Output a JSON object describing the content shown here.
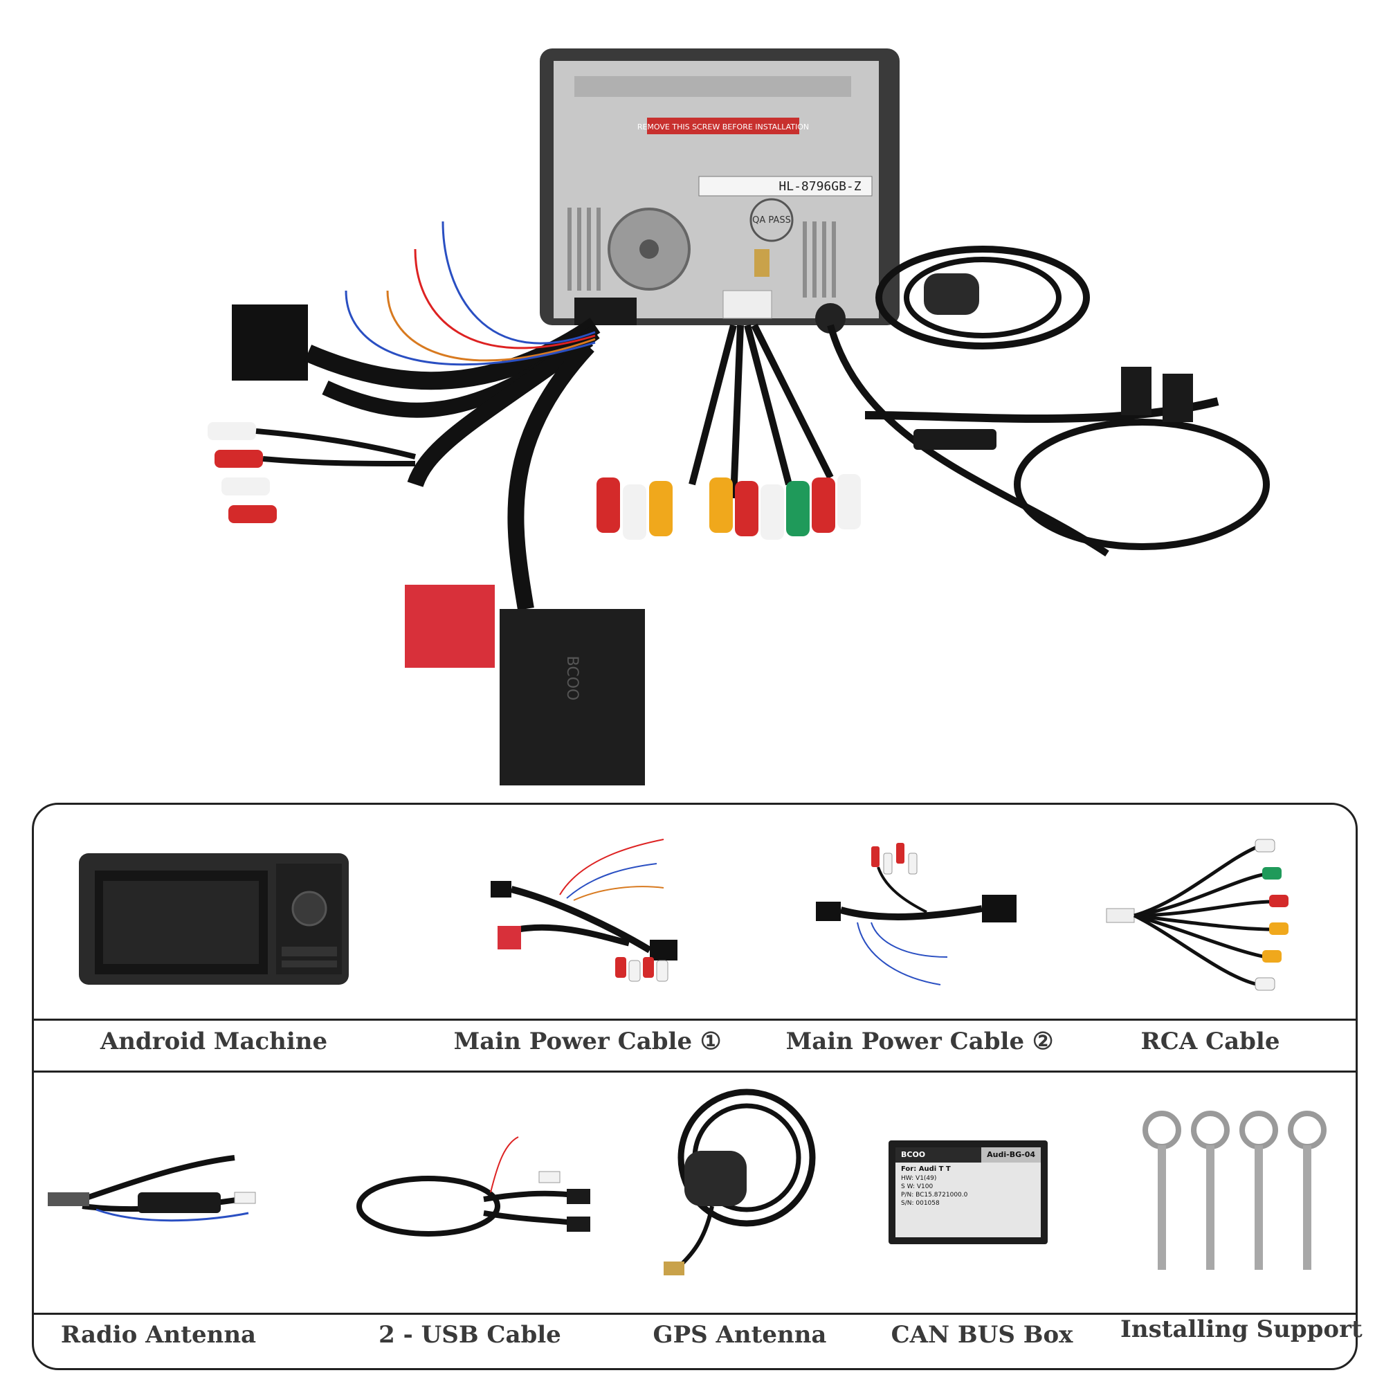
{
  "hero": {
    "unit_label_strip": "REMOVE THIS SCREW BEFORE INSTALLATION",
    "unit_model_sticker": "HL-8796GB-Z",
    "qa_stamp": "QA PASS",
    "canbus_brand": "BCOO"
  },
  "components": [
    {
      "label": "Android Machine",
      "icon": "android-head-unit"
    },
    {
      "label": "Main Power Cable ①",
      "icon": "main-power-cable-1"
    },
    {
      "label": "Main Power Cable ②",
      "icon": "main-power-cable-2"
    },
    {
      "label": "RCA Cable",
      "icon": "rca-cable"
    },
    {
      "label": "Radio Antenna",
      "icon": "radio-antenna"
    },
    {
      "label": "2 - USB Cable",
      "icon": "usb-cable"
    },
    {
      "label": "GPS Antenna",
      "icon": "gps-antenna"
    },
    {
      "label": "CAN BUS Box",
      "icon": "canbus-box"
    },
    {
      "label": "Installing Support",
      "icon": "removal-keys"
    }
  ],
  "canbus_box": {
    "brand": "BCOO",
    "model": "Audi-BG-04",
    "for": "For: Audi T T",
    "hw": "HW: V1(49)",
    "sw": "S W: V100",
    "pn": "P/N: BC15.8721000.0",
    "sn": "S/N: 001058"
  },
  "colors": {
    "border": "#222222",
    "label_text": "#3a3a3a",
    "rca_red": "#d42a2a",
    "rca_white": "#f2f2f2",
    "rca_yellow": "#f0a81c",
    "rca_green": "#1f9a5a",
    "connector_red": "#d8303a"
  }
}
